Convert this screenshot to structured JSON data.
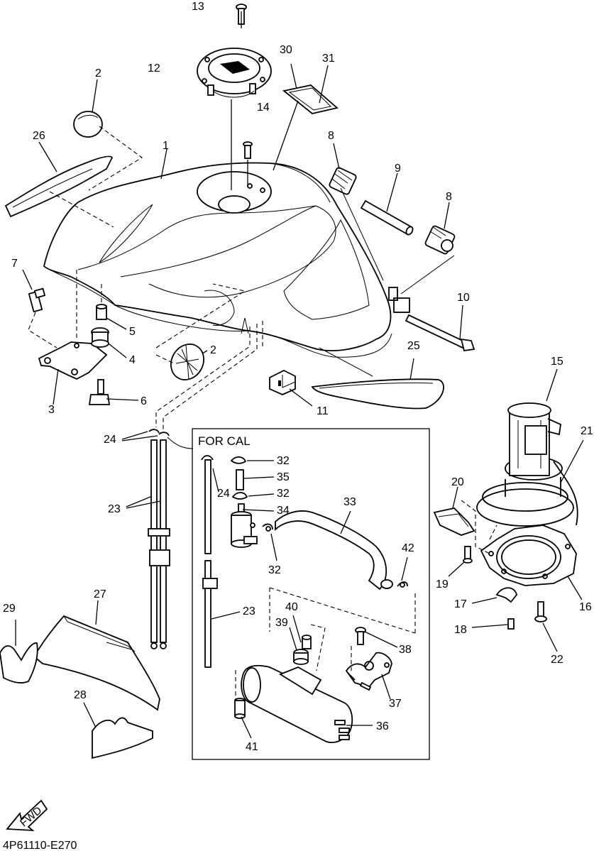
{
  "diagram": {
    "box_title": "FOR CAL",
    "catalog_code": "4P61110-E270",
    "fwd_label": "FWD"
  },
  "callouts": {
    "c1": "1",
    "c2a": "2",
    "c2b": "2",
    "c3": "3",
    "c4": "4",
    "c5": "5",
    "c6": "6",
    "c7": "7",
    "c8a": "8",
    "c8b": "8",
    "c9": "9",
    "c10": "10",
    "c11": "11",
    "c12": "12",
    "c13": "13",
    "c14": "14",
    "c15": "15",
    "c16": "16",
    "c17": "17",
    "c18": "18",
    "c19": "19",
    "c20": "20",
    "c21": "21",
    "c22": "22",
    "c23a": "23",
    "c23b": "23",
    "c24a": "24",
    "c24b": "24",
    "c25": "25",
    "c26": "26",
    "c27": "27",
    "c28": "28",
    "c29": "29",
    "c30": "30",
    "c31": "31",
    "c32a": "32",
    "c32b": "32",
    "c32c": "32",
    "c33": "33",
    "c34": "34",
    "c35": "35",
    "c36": "36",
    "c37": "37",
    "c38": "38",
    "c39": "39",
    "c40": "40",
    "c41": "41",
    "c42": "42"
  }
}
